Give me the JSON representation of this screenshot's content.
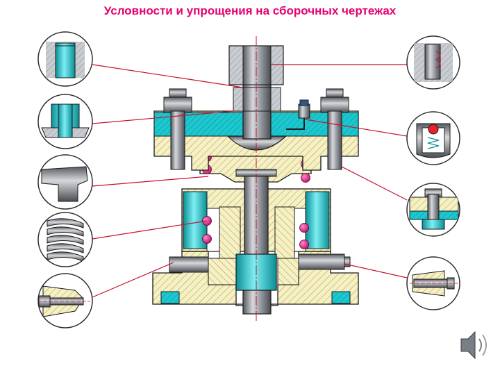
{
  "title": "Условности и упрощения на сборочных чертежах",
  "colors": {
    "title": "#e8006e",
    "leader": "#c8102e",
    "cyan": "#1cc7cf",
    "cyan_dark": "#0a8f96",
    "steel": "#8f9399",
    "steel_light": "#c9ccd0",
    "steel_dark": "#4d5056",
    "hatch_bg": "#f7f0c2",
    "hatch_line": "#9a9a60",
    "spring": "#e5198a",
    "circle_border": "#2b2b2b",
    "outline": "#1a1a1a"
  },
  "details": {
    "left": [
      "threaded-bushing-detail",
      "bushing-flange-detail",
      "shaft-end-detail",
      "spring-detail",
      "bolt-in-body-detail"
    ],
    "right": [
      "stud-in-body-detail",
      "grease-cup-detail",
      "bolt-nut-detail",
      "pin-detail"
    ]
  },
  "speaker_icon": "speaker-icon"
}
